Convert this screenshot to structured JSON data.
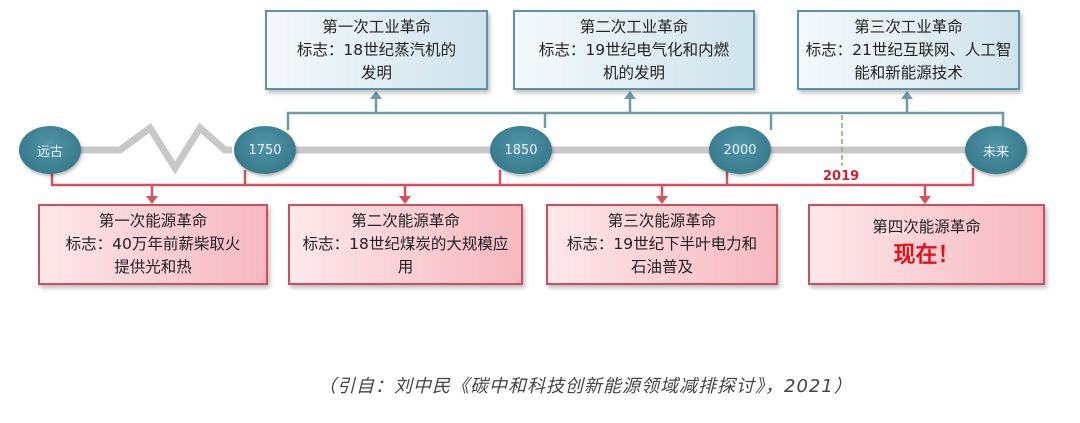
{
  "nodes": [
    "远古",
    "1750",
    "1850",
    "2000",
    "未来"
  ],
  "industrial": [
    {
      "title": "第一次工业革命",
      "desc": "标志：18世纪蒸汽机的发明"
    },
    {
      "title": "第二次工业革命",
      "desc": "标志：19世纪电气化和内燃机的发明"
    },
    {
      "title": "第三次工业革命",
      "desc": "标志：21世纪互联网、人工智能和新能源技术"
    }
  ],
  "energy": [
    {
      "title": "第一次能源革命",
      "desc": "标志：40万年前薪柴取火提供光和热"
    },
    {
      "title": "第二次能源革命",
      "desc": "标志：18世纪煤炭的大规模应用"
    },
    {
      "title": "第三次能源革命",
      "desc": "标志：19世纪下半叶电力和石油普及"
    },
    {
      "title": "第四次能源革命",
      "desc": "现在！"
    }
  ],
  "marker": "2019",
  "citation": "（引自：刘中民《碳中和科技创新能源领域减排探讨》，2021）",
  "colors": {
    "industrial": "#5d93a8",
    "energy": "#c9505c",
    "node": "#2f7083",
    "now": "#e0121b"
  }
}
